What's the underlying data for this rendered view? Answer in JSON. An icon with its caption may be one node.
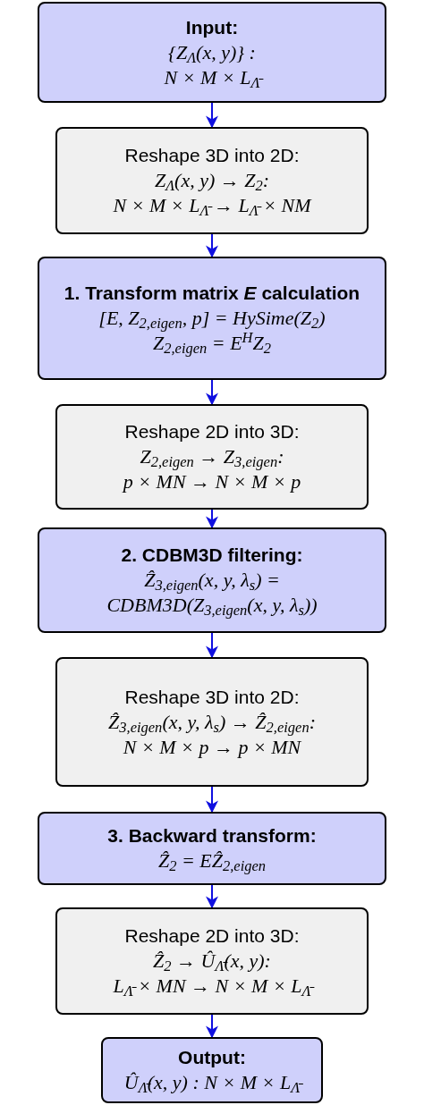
{
  "diagram": {
    "nodes": [
      {
        "text": [
          "Input:",
          "{Z$_{Λ}$(x, y)} :",
          "N × M × L$_{Λ̄}$"
        ]
      },
      {
        "text": [
          "Reshape 3D into 2D:",
          "Z$_{Λ}$(x, y) → Z$_{2}$:",
          "N × M × L$_{Λ̄}$ → L$_{Λ̄}$ × NM"
        ]
      },
      {
        "text": [
          "1. Transform matrix *E* calculation",
          "[E, Z$_{2,eigen}$, p] = HySime(Z$_{2}$)",
          "Z$_{2,eigen}$ = E$^{H}$Z$_{2}$"
        ]
      },
      {
        "text": [
          "Reshape 2D into 3D:",
          "Z$_{2,eigen}$ → Z$_{3,eigen}$:",
          "p × MN → N × M × p"
        ]
      },
      {
        "text": [
          "2. CDBM3D filtering:",
          "Ẑ$_{3,eigen}$(x, y, λ$_{s}$) =",
          "CDBM3D(Z$_{3,eigen}$(x, y, λ$_{s}$))"
        ]
      },
      {
        "text": [
          "Reshape 3D into 2D:",
          "Ẑ$_{3,eigen}$(x, y, λ$_{s}$) → Ẑ$_{2,eigen}$:",
          "N × M × p → p × MN"
        ]
      },
      {
        "text": [
          "3. Backward transform:",
          "Ẑ$_{2}$ = EẐ$_{2,eigen}$"
        ]
      },
      {
        "text": [
          "Reshape 2D into 3D:",
          "Ẑ$_{2}$ → Û$_{Λ̄}$(x, y):",
          "L$_{Λ̄}$ × MN → N × M × L$_{Λ̄}$"
        ]
      },
      {
        "text": [
          "Output:",
          "Û$_{Λ̄}$(x, y) : N × M × L$_{Λ̄}$"
        ]
      }
    ],
    "edges": [
      {
        "from": 0,
        "to": 1,
        "arrow": "to"
      },
      {
        "from": 1,
        "to": 2,
        "arrow": "to"
      },
      {
        "from": 2,
        "to": 3,
        "arrow": "to"
      },
      {
        "from": 3,
        "to": 4,
        "arrow": "to"
      },
      {
        "from": 4,
        "to": 5,
        "arrow": "to"
      },
      {
        "from": 5,
        "to": 6,
        "arrow": "to"
      },
      {
        "from": 6,
        "to": 7,
        "arrow": "to"
      },
      {
        "from": 7,
        "to": 8,
        "arrow": "to"
      }
    ]
  }
}
